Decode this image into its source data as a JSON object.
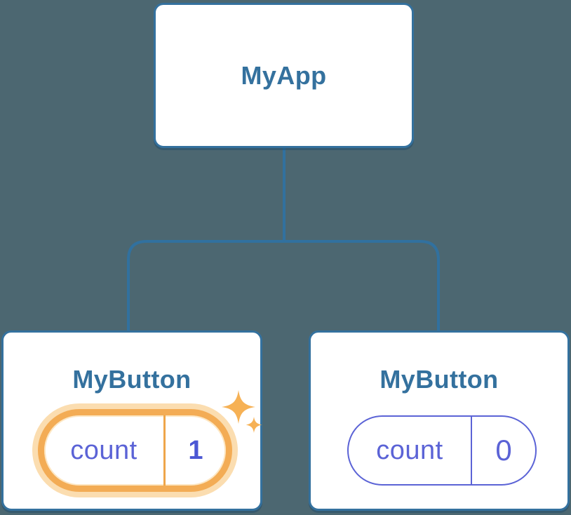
{
  "palette": {
    "background": "#4C6771",
    "card_background": "#FFFFFF",
    "blue": "#34719E",
    "connector_blue": "#31719F",
    "indigo": "#5B63D6",
    "highlight_orange": "#F3AC55",
    "highlight_glow": "#FBDDB0"
  },
  "tree": {
    "root": {
      "label": "MyApp"
    },
    "children": [
      {
        "label": "MyButton",
        "state": {
          "name": "count",
          "value": "1"
        },
        "highlighted": true
      },
      {
        "label": "MyButton",
        "state": {
          "name": "count",
          "value": "0"
        },
        "highlighted": false
      }
    ]
  },
  "icons": {
    "highlight_badge": "sparkles-icon"
  }
}
